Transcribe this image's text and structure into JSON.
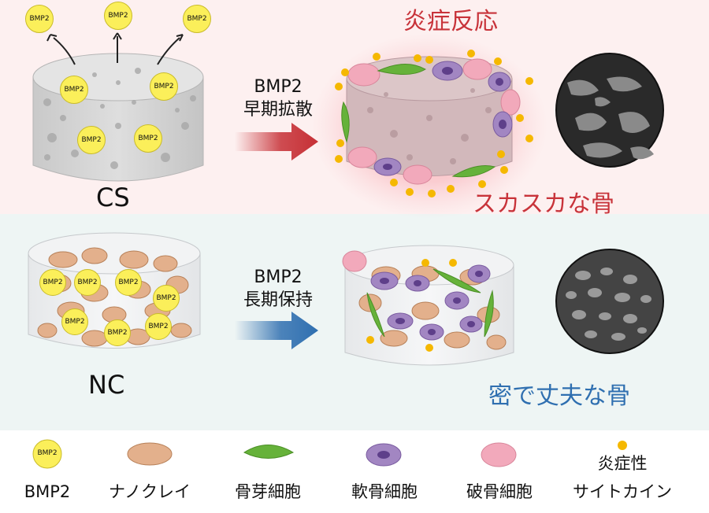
{
  "top": {
    "scaffold_label": "CS",
    "bead_label": "BMP2",
    "arrow_line1": "BMP2",
    "arrow_line2": "早期拡散",
    "inflammation": "炎症反応",
    "result": "スカスカな骨"
  },
  "bottom": {
    "scaffold_label": "NC",
    "bead_label": "BMP2",
    "arrow_line1": "BMP2",
    "arrow_line2": "長期保持",
    "result": "密で丈夫な骨"
  },
  "legend": {
    "bmp2_icon_text": "BMP2",
    "bmp2": "BMP2",
    "nanoclay": "ナノクレイ",
    "osteoblast": "骨芽細胞",
    "chondrocyte": "軟骨細胞",
    "osteoclast": "破骨細胞",
    "cytokine_line1": "炎症性",
    "cytokine_line2": "サイトカイン"
  },
  "colors": {
    "top_band": "#fdf0f0",
    "bottom_band": "#eef5f4",
    "bmp2_yellow": "#fbef5a",
    "nanoclay": "#e3b08c",
    "osteoblast": "#66b23a",
    "chondrocyte": "#8a6bb0",
    "osteoclast": "#f2a9bb",
    "cytokine": "#f5b800",
    "arrow_red": "#c62f35",
    "arrow_blue": "#2f6fb0",
    "text_red": "#c8333a",
    "text_blue": "#2f6fb0"
  }
}
